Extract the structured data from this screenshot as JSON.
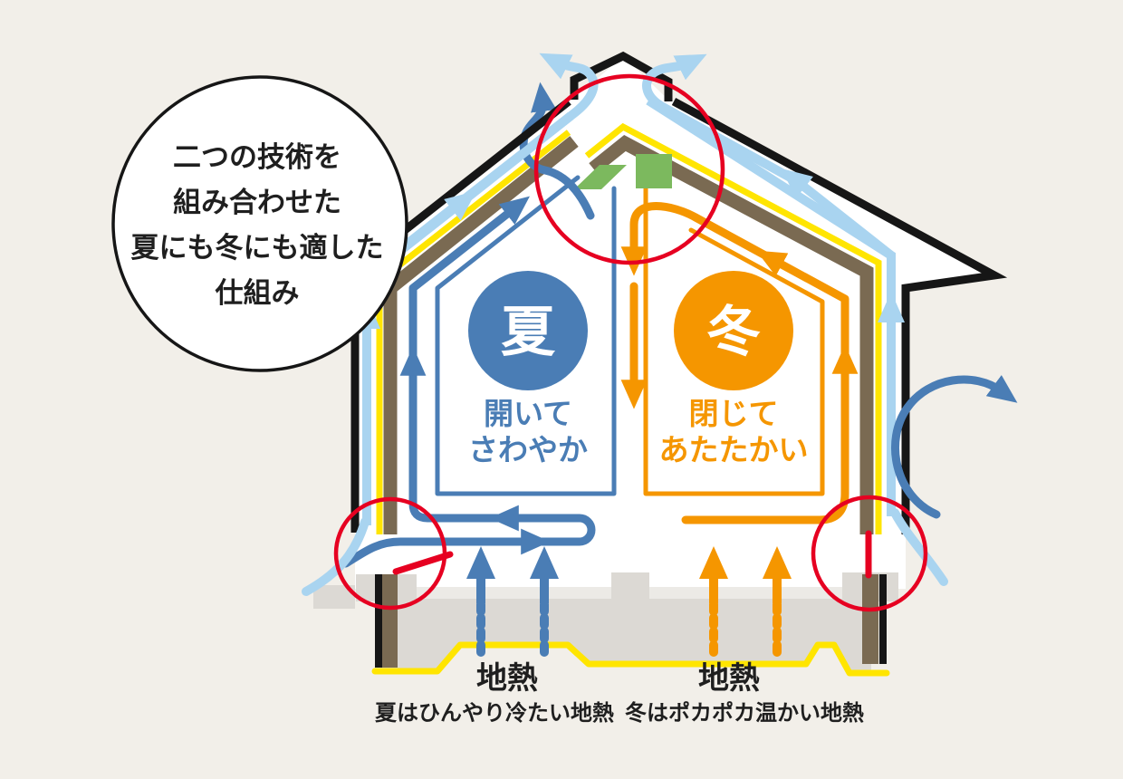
{
  "callout": {
    "lines": [
      "二つの技術を",
      "組み合わせた",
      "夏にも冬にも適した",
      "仕組み"
    ]
  },
  "summer": {
    "badge": "夏",
    "caption_line1": "開いて",
    "caption_line2": "さわやか"
  },
  "winter": {
    "badge": "冬",
    "caption_line1": "閉じて",
    "caption_line2": "あたたかい"
  },
  "geothermal_left": {
    "title": "地熱",
    "caption": "夏はひんやり冷たい地熱"
  },
  "geothermal_right": {
    "title": "地熱",
    "caption": "冬はポカポカ温かい地熱"
  },
  "colors": {
    "background": "#f2efe9",
    "outline_black": "#161616",
    "wall_brown": "#7a6a52",
    "insulation_yellow": "#ffe500",
    "outside_air_lightblue": "#a9d4f0",
    "summer_blue": "#4a7db5",
    "winter_orange": "#f59600",
    "damper_green": "#7cb95e",
    "highlight_red": "#e60021",
    "foundation_gray": "#dcd9d4"
  }
}
